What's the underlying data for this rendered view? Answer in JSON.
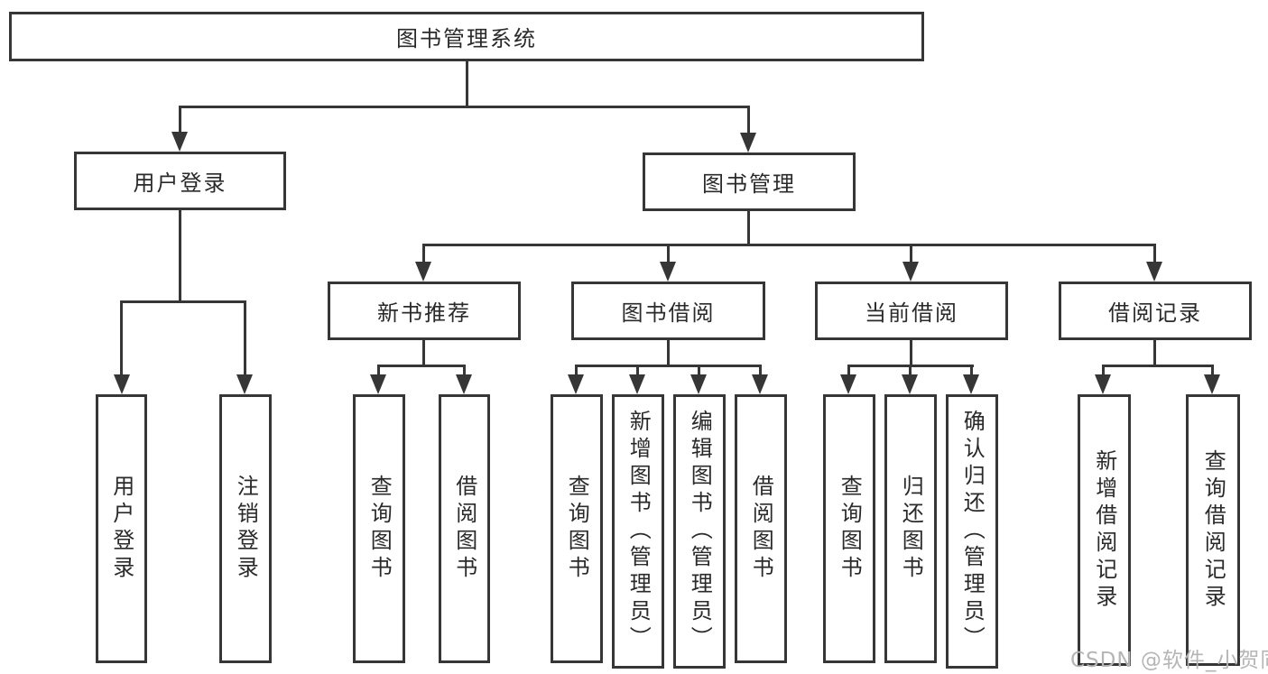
{
  "diagram": {
    "root": {
      "label": "图书管理系统"
    },
    "branches": [
      {
        "label": "用户登录",
        "children": [
          "用户登录",
          "注销登录"
        ]
      },
      {
        "label": "图书管理",
        "sections": [
          {
            "label": "新书推荐",
            "children": [
              "查询图书",
              "借阅图书"
            ]
          },
          {
            "label": "图书借阅",
            "children": [
              "查询图书",
              "新增图书（管理员）",
              "编辑图书（管理员）",
              "借阅图书"
            ]
          },
          {
            "label": "当前借阅",
            "children": [
              "查询图书",
              "归还图书",
              "确认归还（管理员）"
            ]
          },
          {
            "label": "借阅记录",
            "children": [
              "新增借阅记录",
              "查询借阅记录"
            ]
          }
        ]
      }
    ]
  },
  "watermark": "CSDN @软件_小贺同学",
  "colors": {
    "line": "#363636",
    "text": "#2a2a2a",
    "background": "#ffffff",
    "watermark": "#b5b5b5"
  }
}
